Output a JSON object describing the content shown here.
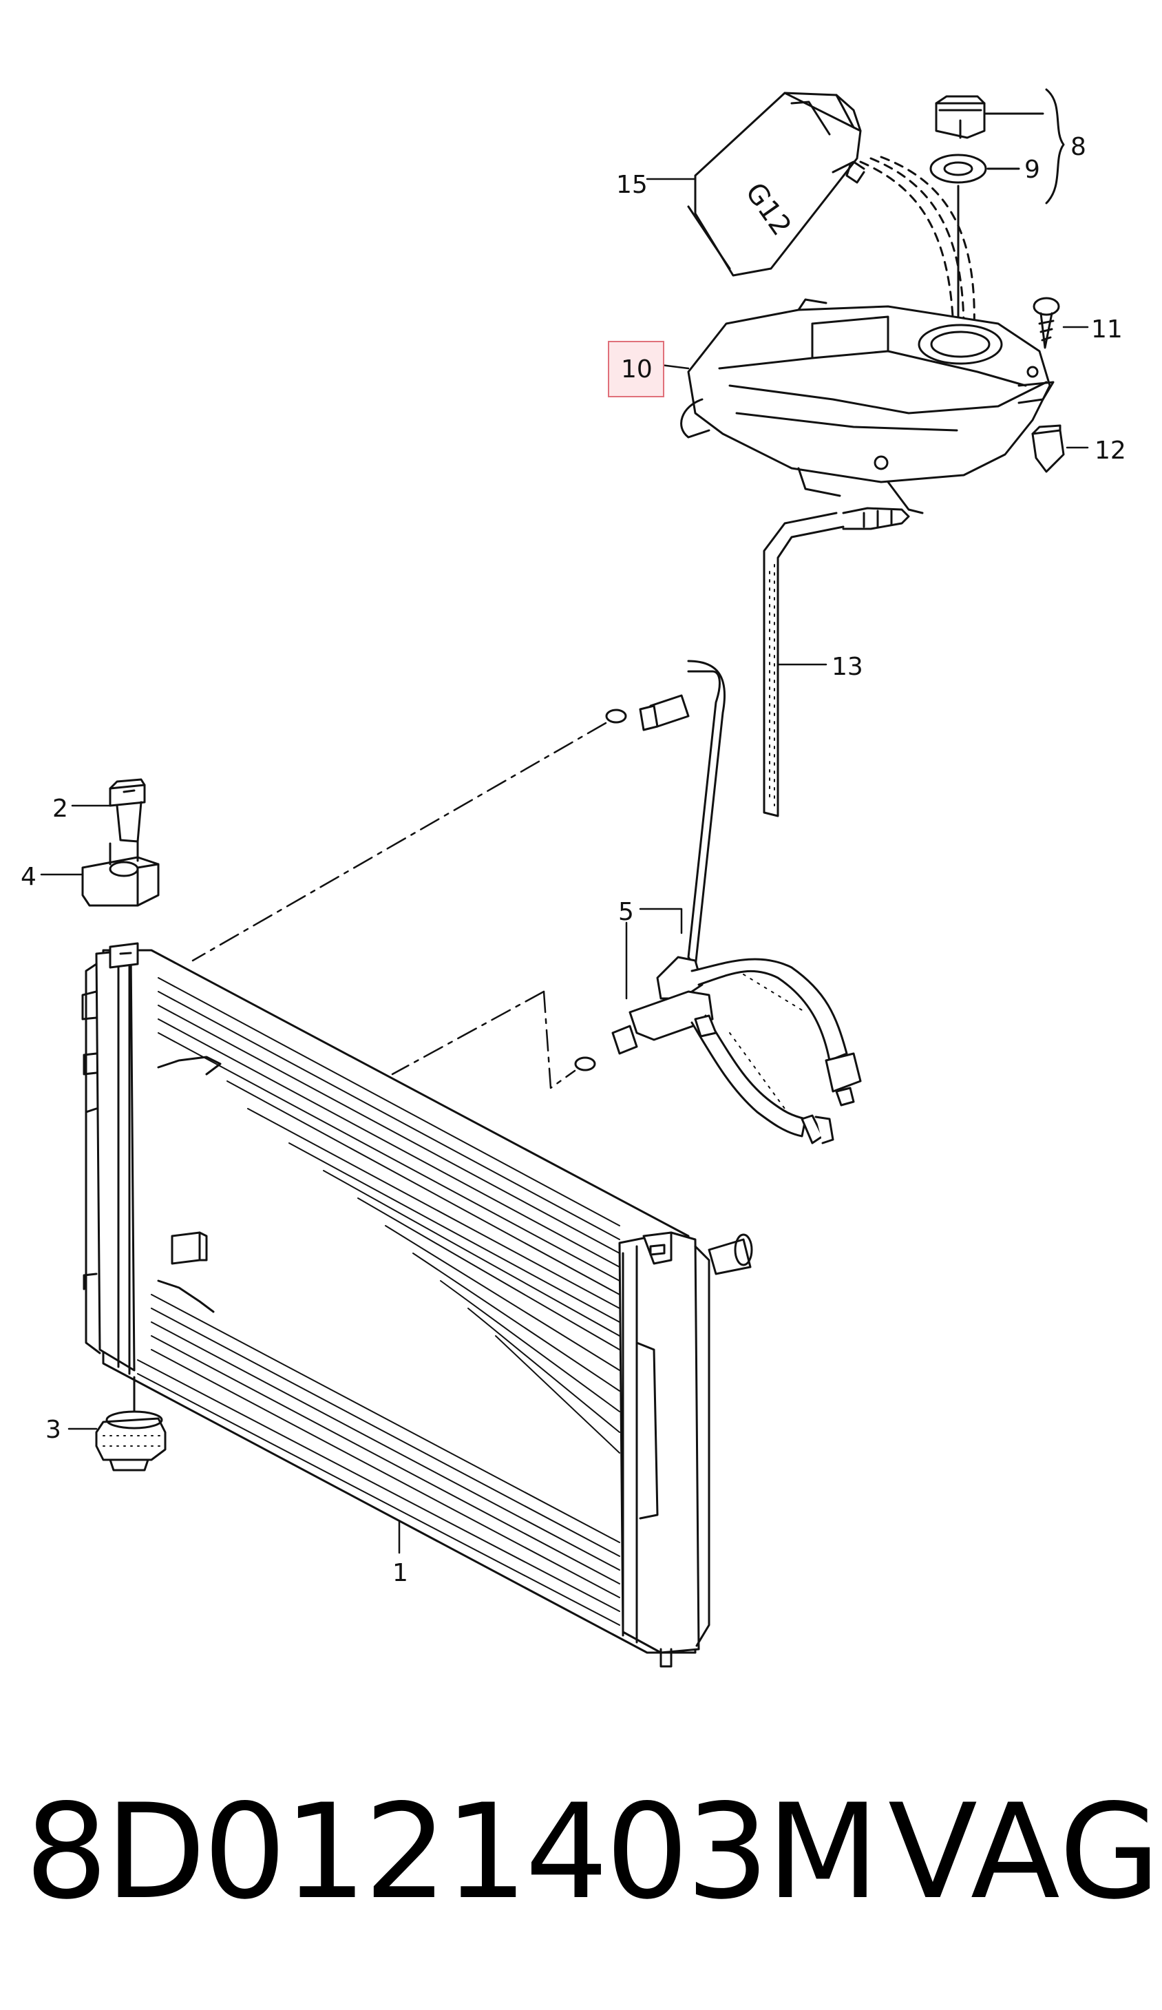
{
  "callouts": {
    "c1": "1",
    "c2": "2",
    "c3": "3",
    "c4": "4",
    "c5": "5",
    "c8": "8",
    "c9": "9",
    "c10": "10",
    "c11": "11",
    "c12": "12",
    "c13": "13",
    "c15": "15"
  },
  "canister_label": "G12",
  "footer": {
    "part_number": "8D0121403M",
    "brand": "VAG"
  },
  "colors": {
    "line": "#111111",
    "highlight_fill": "#fde8ea",
    "highlight_border": "#e0707a"
  }
}
